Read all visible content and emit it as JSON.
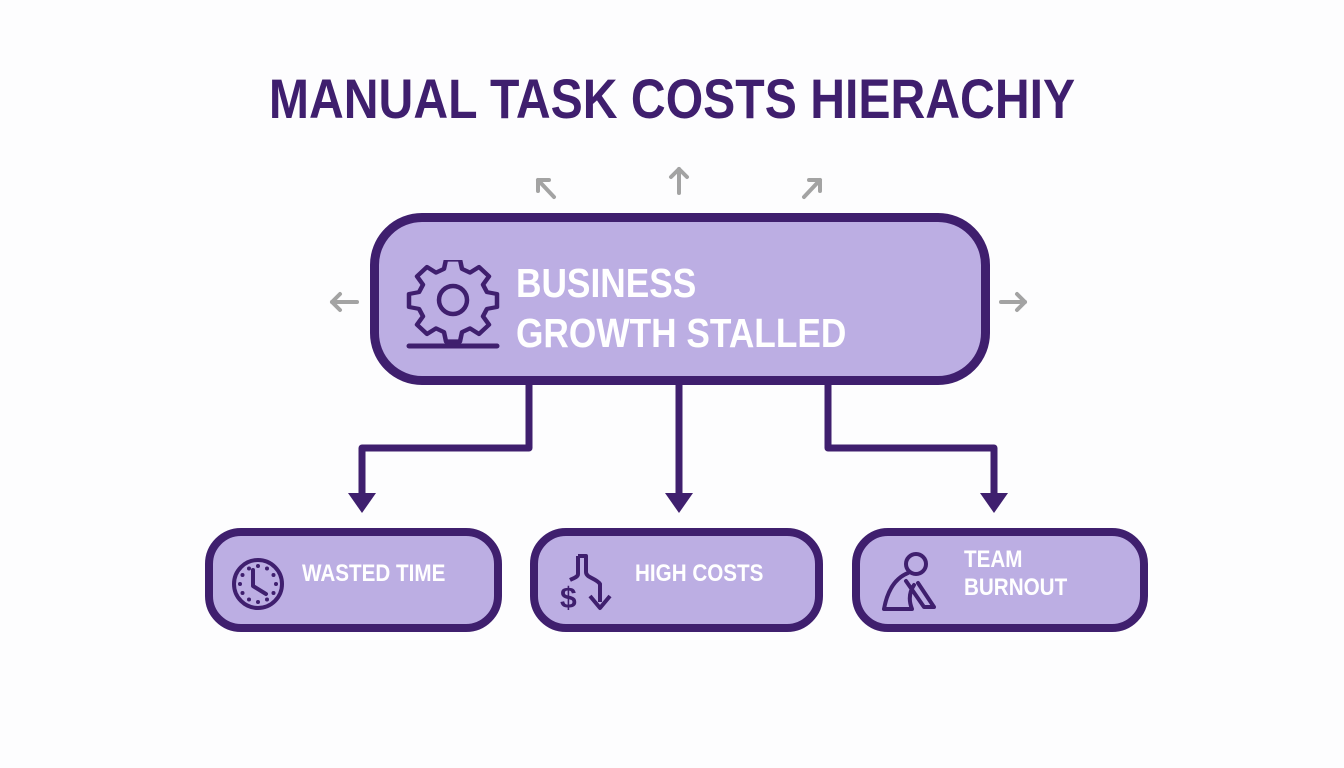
{
  "title": "MANUAL TASK COSTS HIERACHIY",
  "colors": {
    "primary": "#3f1f6e",
    "box_fill": "#bcaee3",
    "label_text": "#ffffff",
    "accent_arrows": "#a3a3a3",
    "background": "#fdfdfe"
  },
  "root": {
    "label_line1": "BUSINESS",
    "label_line2": "GROWTH STALLED",
    "icon": "gear-icon"
  },
  "children": [
    {
      "label": "WASTED TIME",
      "icon": "clock-icon"
    },
    {
      "label": "HIGH COSTS",
      "icon": "dollar-down-arrow-icon"
    },
    {
      "label_line1": "TEAM",
      "label_line2": "BURNOUT",
      "icon": "tired-person-icon"
    }
  ],
  "decorative_arrows": [
    "arrow-up-left",
    "arrow-up",
    "arrow-up-right",
    "arrow-left",
    "arrow-right"
  ]
}
